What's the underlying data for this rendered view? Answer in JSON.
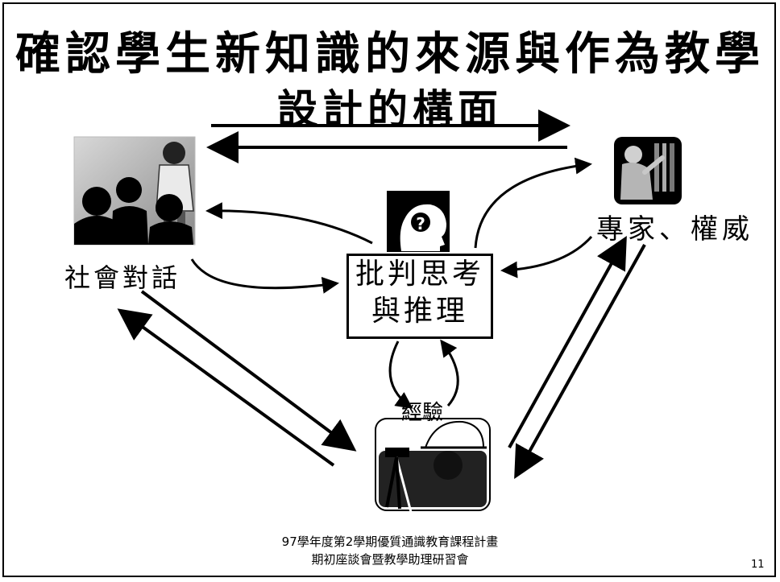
{
  "title": {
    "line1": "確認學生新知識的來源與作為教學",
    "line2": "設計的構面"
  },
  "nodes": {
    "social": {
      "label": "社會對話",
      "icon": "classroom-lecture-icon"
    },
    "expert": {
      "label": "專家、權威",
      "icon": "expert-bookshelf-icon"
    },
    "thinking": {
      "line1": "批判思考",
      "line2": "與推理",
      "icon": "question-head-icon"
    },
    "experience": {
      "label": "經驗",
      "icon": "surveyor-worker-icon"
    }
  },
  "footer": {
    "line1": "97學年度第2學期優質通識教育課程計畫",
    "line2": "期初座談會暨教學助理研習會"
  },
  "page_number": "11"
}
